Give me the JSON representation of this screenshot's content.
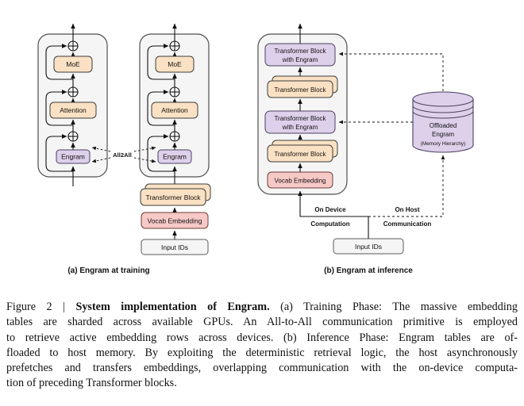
{
  "figure": {
    "panel_a": {
      "caption": "(a) Engram at training",
      "all2all": "All2All",
      "moe": "MoE",
      "attention": "Attention",
      "engram": "Engram",
      "transformer_block": "Transformer Block",
      "vocab_embedding": "Vocab Embedding",
      "input_ids": "Input IDs"
    },
    "panel_b": {
      "caption": "(b) Engram at inference",
      "tb_with_engram_line1": "Transformer Block",
      "tb_with_engram_line2": "with Engram",
      "transformer_block": "Transformer Block",
      "vocab_embedding": "Vocab Embedding",
      "input_ids": "Input IDs",
      "cylinder_line1": "Offloaded",
      "cylinder_line2": "Engram",
      "cylinder_line3": "(Memory Hierarchy)",
      "on_device_line1": "On Device",
      "on_device_line2": "Computation",
      "on_host_line1": "On Host",
      "on_host_line2": "Communication"
    },
    "colors": {
      "peach_fill": "#FAE1C3",
      "purple_fill": "#DDD0EA",
      "pink_fill": "#F6C9C7",
      "container_fill": "#F5F5F5",
      "box_stroke": "#3D3D3D",
      "line": "#111111"
    }
  },
  "caption": {
    "line1_prefix": "Figure 2 | ",
    "line1_bold": "System implementation of Engram.",
    "line1_rest": " (a) Training Phase: The massive embedding",
    "line2": "tables are sharded across available GPUs. An All-to-All communication primitive is employed",
    "line3": "to retrieve active embedding rows across devices. (b) Inference Phase: Engram tables are of-",
    "line4": "floaded to host memory. By exploiting the deterministic retrieval logic, the host asynchronously",
    "line5": "prefetches and transfers embeddings, overlapping communication with the on-device computa-",
    "line6": "tion of preceding Transformer blocks."
  }
}
